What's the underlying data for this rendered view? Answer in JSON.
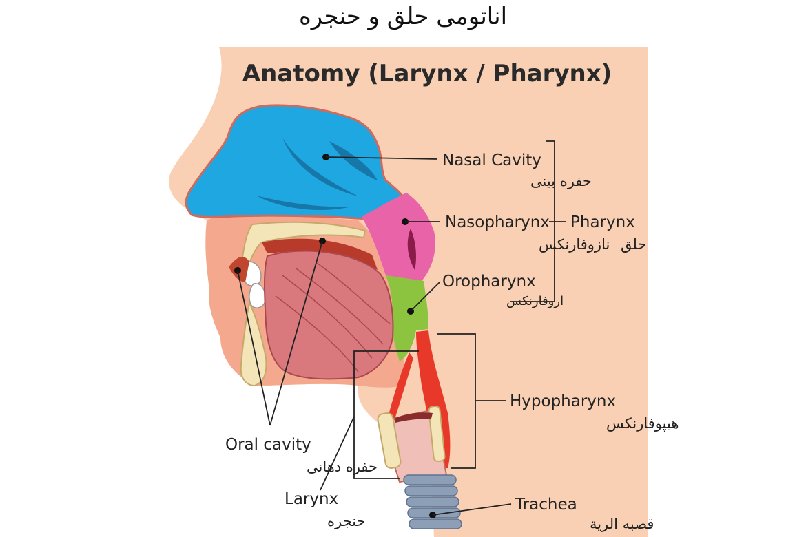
{
  "page_title": "اناتومی حلق و حنجره",
  "diagram": {
    "header": "Anatomy (Larynx / Pharynx)",
    "labels": {
      "nasal_cavity": {
        "en": "Nasal Cavity",
        "fa": "حفره بینی"
      },
      "nasopharynx": {
        "en": "Nasopharynx",
        "fa": "نازوفارنکس"
      },
      "oropharynx": {
        "en": "Oropharynx",
        "fa": "اروفارنکس"
      },
      "pharynx": {
        "en": "Pharynx",
        "fa": "حلق"
      },
      "hypopharynx": {
        "en": "Hypopharynx",
        "fa": "هیپوفارنکس"
      },
      "oral_cavity": {
        "en": "Oral cavity",
        "fa": "حفره دهانی"
      },
      "larynx": {
        "en": "Larynx",
        "fa": "حنجره"
      },
      "trachea": {
        "en": "Trachea",
        "fa": "قصبه الرية"
      }
    },
    "colors": {
      "skin_background": "#f9d0b4",
      "face": "#f7c8a8",
      "nasal_cavity": "#1ea7e1",
      "nasopharynx": "#e963a8",
      "oropharynx": "#8cc43f",
      "hypopharynx": "#e8382a",
      "tongue": "#d9787d",
      "bone": "#f3e5b8",
      "trachea": "#8d9fb7"
    }
  }
}
